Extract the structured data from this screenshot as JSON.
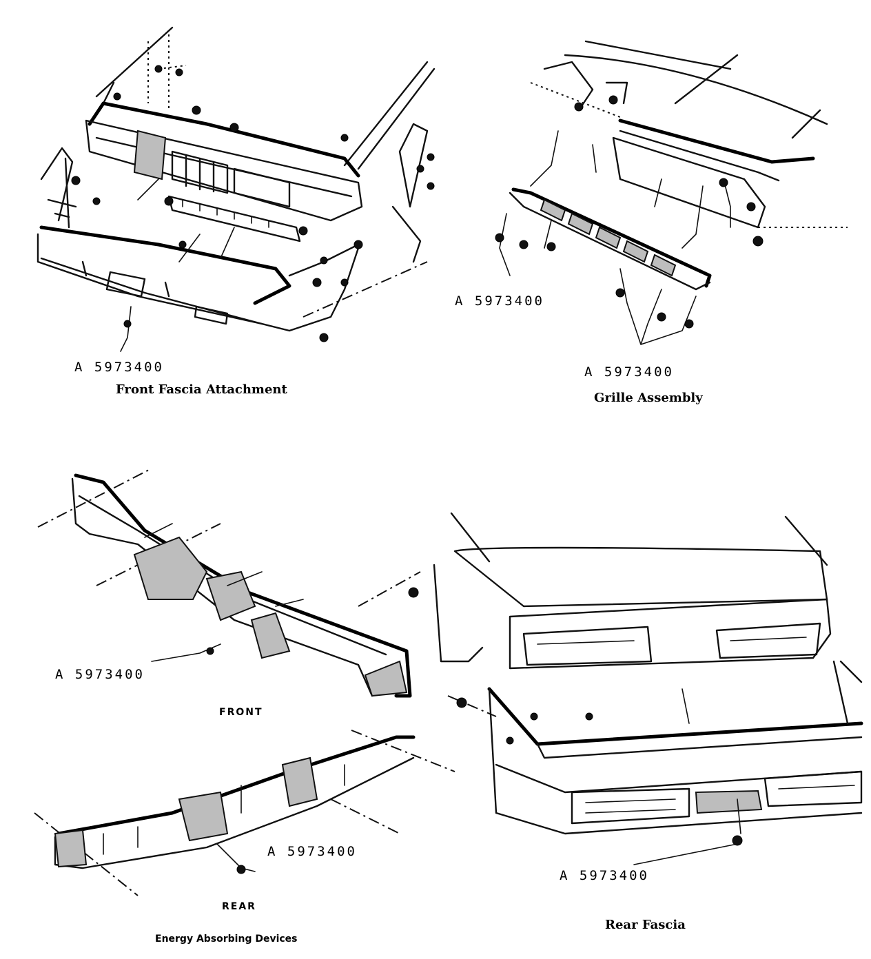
{
  "panels": {
    "front_fascia": {
      "part_number": "A  5973400",
      "caption": "Front Fascia Attachment"
    },
    "grille": {
      "part_number_top": "A  5973400",
      "part_number_bottom": "A  5973400",
      "caption": "Grille Assembly"
    },
    "energy": {
      "front_part_number": "A  5973400",
      "front_label": "FRONT",
      "rear_part_number": "A  5973400",
      "rear_label": "REAR",
      "caption": "Energy Absorbing Devices"
    },
    "rear_fascia": {
      "part_number": "A  5973400",
      "caption": "Rear Fascia"
    }
  }
}
